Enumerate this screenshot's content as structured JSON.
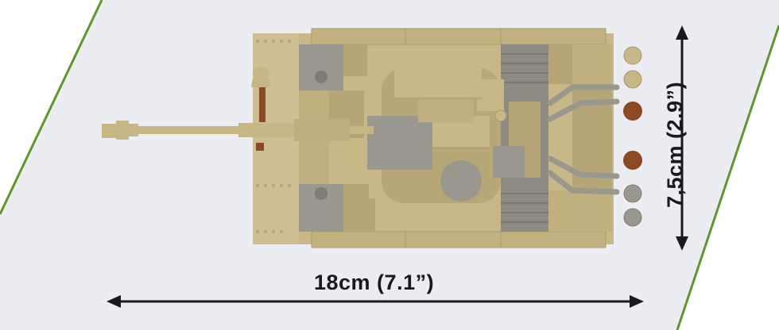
{
  "product": {
    "width_label": "18cm (7.1”)",
    "height_label": "7,5cm (2.9”)"
  },
  "colors": {
    "background": "#ffffff",
    "panel": "#ececf3",
    "accent_stripe": "#5a9a2a",
    "tan": "#c8b887",
    "tan_dark": "#b6a677",
    "grey": "#9a988e",
    "grey_dark": "#7e7c74",
    "rust": "#8a4a24",
    "arrow": "#1a1a1a"
  },
  "icons": {
    "arrow": "double-headed-arrow"
  }
}
